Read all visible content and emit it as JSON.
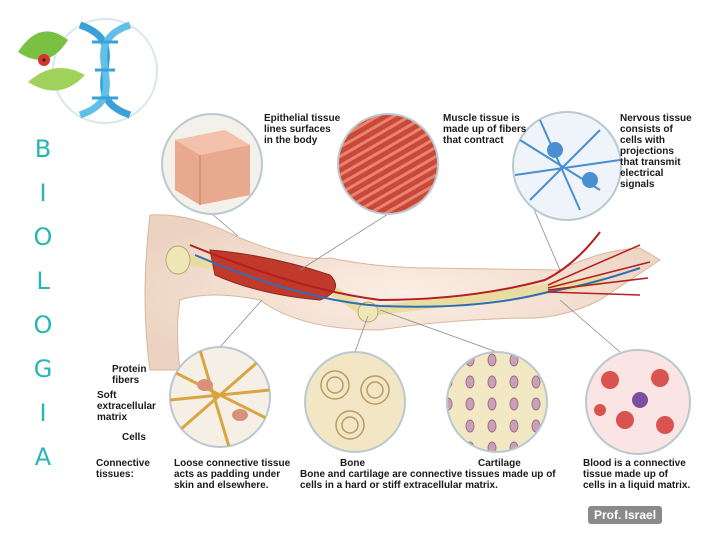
{
  "side_title_letters": [
    "B",
    "I",
    "O",
    "L",
    "O",
    "G",
    "I",
    "A"
  ],
  "labels": {
    "epithelial": "Epithelial tissue\nlines surfaces\nin the body",
    "muscle": "Muscle tissue is\nmade up of fibers\nthat contract",
    "nervous": "Nervous tissue\nconsists of\ncells with\nprojections\nthat transmit\nelectrical\nsignals",
    "protein_fibers": "Protein\nfibers",
    "soft_matrix": "Soft\nextracellular\nmatrix",
    "cells": "Cells",
    "connective_tissues": "Connective\ntissues:",
    "loose_connective": "Loose connective tissue\nacts as padding under\nskin and elsewhere.",
    "bone": "Bone",
    "cartilage": "Cartilage",
    "bone_cartilage_caption": "Bone and cartilage are connective tissues made up of\ncells in a hard or stiff extracellular matrix.",
    "blood": "Blood is a connective\ntissue made up of\ncells in a liquid matrix."
  },
  "credit": "Prof. Israel",
  "colors": {
    "title_teal": "#27b6b3",
    "muscle_red": "#c0392b",
    "nerve_blue": "#4a8fd0",
    "skin": "#f6e3d6",
    "bone": "#efe6b8",
    "blood_red": "#d9534f",
    "cell_purple": "#7b4ea0"
  },
  "logo": {
    "icon": "dna-leaf-logo-icon"
  }
}
